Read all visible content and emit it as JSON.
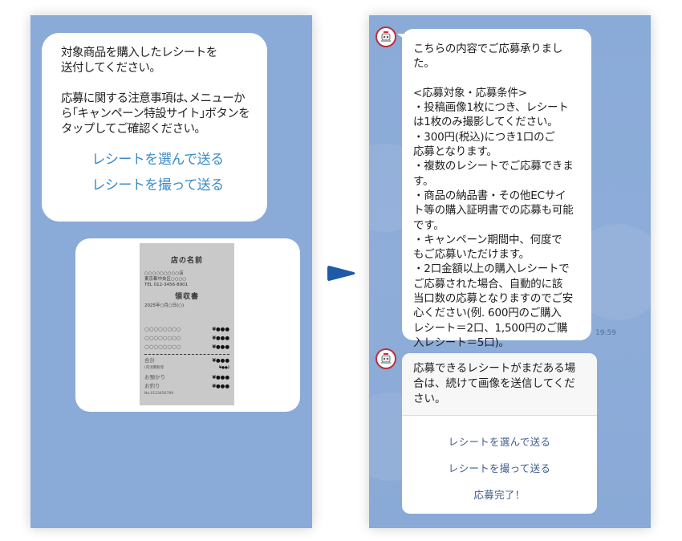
{
  "left_screen": {
    "message": {
      "paragraph1": "対象商品を購入したレシートを\n送付してください。",
      "paragraph2": "応募に関する注意事項は､メニューか\nら｢キャンペーン特設サイト｣ボタンを\nタップしてご確認ください。",
      "links": [
        "レシートを選んで送る",
        "レシートを撮って送る"
      ],
      "link_color": "#3a8dc9"
    },
    "receipt": {
      "shop_name": "店の名前",
      "branch": "○○○○○○○○○店",
      "address": "東京都中央区○○○○",
      "tel": "TEL 012-3456-8901",
      "title": "領収書",
      "date": "2025年○月○日(○)",
      "items": [
        {
          "name": "○○○○○○○○",
          "amount": "¥●●●"
        },
        {
          "name": "○○○○○○○○",
          "amount": "¥●●●"
        },
        {
          "name": "○○○○○○○○",
          "amount": "¥●●●"
        }
      ],
      "total_label": "合計",
      "total_amount": "¥●●●",
      "tax_label": "(内消費税等",
      "tax_amount": "¥●●)",
      "deposit_label": "お預かり",
      "deposit_amount": "¥●●●",
      "change_label": "お釣り",
      "change_amount": "¥●●●",
      "number": "No.0123456789"
    },
    "background_color": "#8aaad8"
  },
  "arrow": {
    "icon": "right-triangle-arrow",
    "color": "#1e5aa8"
  },
  "right_screen": {
    "message1": {
      "text": "こちらの内容でご応募承りまし\nた。\n\n<応募対象・応募条件>\n・投稿画像1枚につき、レシート\nは1枚のみ撮影してください。\n・300円(税込)につき1口のご\n応募となります。\n・複数のレシートでご応募できま\nす。\n・商品の納品書・その他ECサイ\nト等の購入証明書での応募も可能\nです。\n・キャンペーン期間中、何度で\nもご応募いただけます。\n・2口金額以上の購入レシートで\nご応募された場合、自動的に該\n当口数の応募となりますのでご安\n心ください(例. 600円のご購入\nレシート＝2口、1,500円のご購\n入レシート＝5口)。",
      "timestamp": "19:59"
    },
    "message2": {
      "text": "応募できるレシートがまだある場\n合は、続けて画像を送信してくだ\nさい。",
      "actions": [
        "レシートを選んで送る",
        "レシートを撮って送る",
        "応募完了！"
      ],
      "action_color": "#3d5c8c"
    },
    "avatar_icon": "bot-mascot-avatar",
    "avatar_border_color": "#b8323c"
  }
}
